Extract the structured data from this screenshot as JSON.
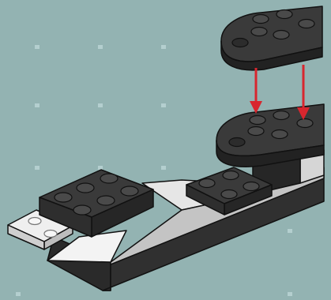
{
  "colors": {
    "background": "#93b3b2",
    "grid_dot": "#b4cfcf",
    "brick_dark_top": "#3a3a3a",
    "brick_dark_side": "#262626",
    "brick_light_top": "#e9e9e9",
    "brick_light_side": "#bdbdbd",
    "arrow": "#d8262e",
    "outline": "#111111"
  },
  "icons": {
    "instruction_illustration": "lego-build-step",
    "arrows": "down-arrow"
  },
  "step": {
    "moving_part": "dark-gray-rounded-plate-with-studs",
    "placement_indicators": 2
  }
}
